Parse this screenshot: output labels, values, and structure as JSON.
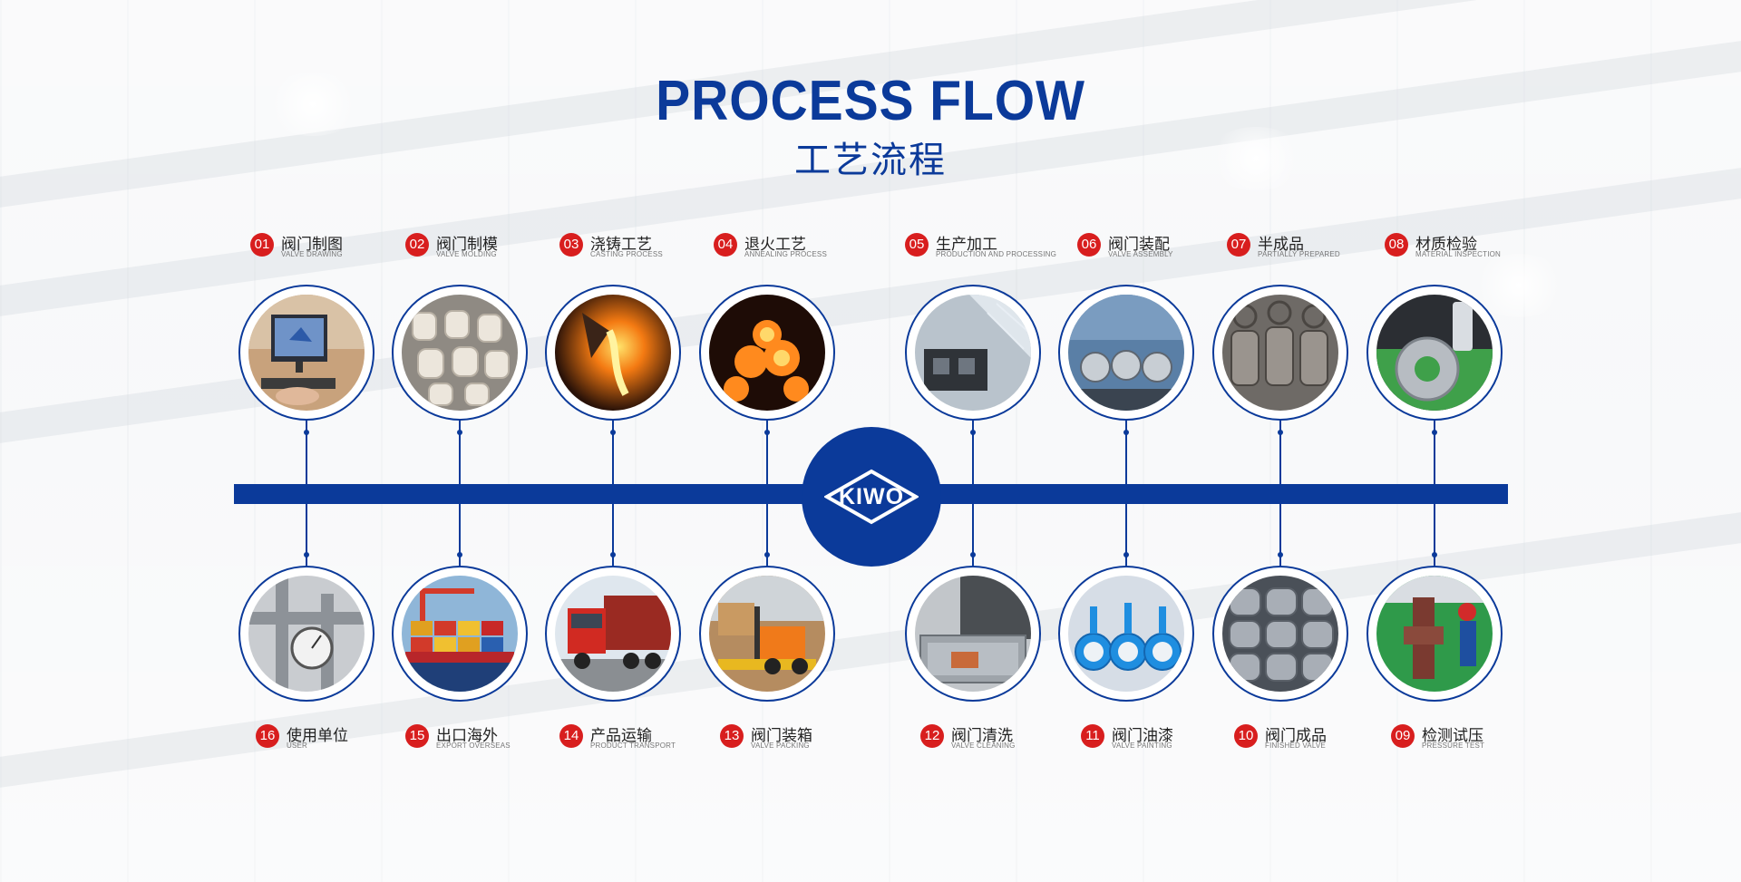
{
  "header": {
    "title_en": "PROCESS FLOW",
    "title_cn": "工艺流程"
  },
  "logo": {
    "text": "KIWO"
  },
  "colors": {
    "brand_blue": "#0b3a9a",
    "badge_red": "#d81e1e"
  },
  "steps_top": [
    {
      "num": "01",
      "cn": "阀门制图",
      "en": "VALVE DRAWING",
      "icon": "computer-drawing"
    },
    {
      "num": "02",
      "cn": "阀门制模",
      "en": "VALVE MOLDING",
      "icon": "molds"
    },
    {
      "num": "03",
      "cn": "浇铸工艺",
      "en": "CASTING PROCESS",
      "icon": "molten-metal"
    },
    {
      "num": "04",
      "cn": "退火工艺",
      "en": "ANNEALING PROCESS",
      "icon": "glowing-parts"
    },
    {
      "num": "05",
      "cn": "生产加工",
      "en": "PRODUCTION AND PROCESSING",
      "icon": "machining"
    },
    {
      "num": "06",
      "cn": "阀门装配",
      "en": "VALVE ASSEMBLY",
      "icon": "assembly"
    },
    {
      "num": "07",
      "cn": "半成品",
      "en": "PARTIALLY PREPARED",
      "icon": "valve-bodies"
    },
    {
      "num": "08",
      "cn": "材质检验",
      "en": "MATERIAL INSPECTION",
      "icon": "flange-inspection"
    }
  ],
  "steps_bottom": [
    {
      "num": "16",
      "cn": "使用单位",
      "en": "USER",
      "icon": "pipeline-gauge"
    },
    {
      "num": "15",
      "cn": "出口海外",
      "en": "EXPORT OVERSEAS",
      "icon": "container-ship"
    },
    {
      "num": "14",
      "cn": "产品运输",
      "en": "PRODUCT TRANSPORT",
      "icon": "truck"
    },
    {
      "num": "13",
      "cn": "阀门装箱",
      "en": "VALVE PACKING",
      "icon": "forklift"
    },
    {
      "num": "12",
      "cn": "阀门清洗",
      "en": "VALVE CLEANING",
      "icon": "cleaning-tank"
    },
    {
      "num": "11",
      "cn": "阀门油漆",
      "en": "VALVE PAINTING",
      "icon": "butterfly-valves"
    },
    {
      "num": "10",
      "cn": "阀门成品",
      "en": "FINISHED VALVE",
      "icon": "finished-valves"
    },
    {
      "num": "09",
      "cn": "检测试压",
      "en": "PRESSURE TEST",
      "icon": "pressure-test"
    }
  ]
}
